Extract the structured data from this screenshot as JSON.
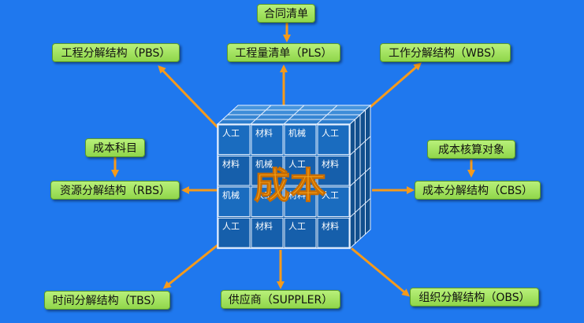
{
  "center": {
    "label": "成本",
    "cells": [
      [
        "人工",
        "材料",
        "机械",
        "人工"
      ],
      [
        "材料",
        "机械",
        "人工",
        "材料"
      ],
      [
        "机械",
        "人工",
        "材料",
        "人工"
      ],
      [
        "人工",
        "材料",
        "人工",
        "材料"
      ]
    ]
  },
  "nodes": {
    "contract_list": "合同清单",
    "pbs": "工程分解结构（PBS）",
    "pls": "工程量清单（PLS）",
    "wbs": "工作分解结构（WBS）",
    "cost_subject": "成本科目",
    "rbs": "资源分解结构（RBS）",
    "cost_accounting_object": "成本核算对象",
    "cbs": "成本分解结构（CBS）",
    "tbs": "时间分解结构（TBS）",
    "supplier": "供应商（SUPPLER）",
    "obs": "组织分解结构（OBS）"
  },
  "colors": {
    "background": "#1f78ee",
    "node_fill": "#a7e35f",
    "arrow": "#f59a1b",
    "cube_face": "#1866b4",
    "cube_grid": "#e6f0ff",
    "center_label": "#f7a51c"
  }
}
